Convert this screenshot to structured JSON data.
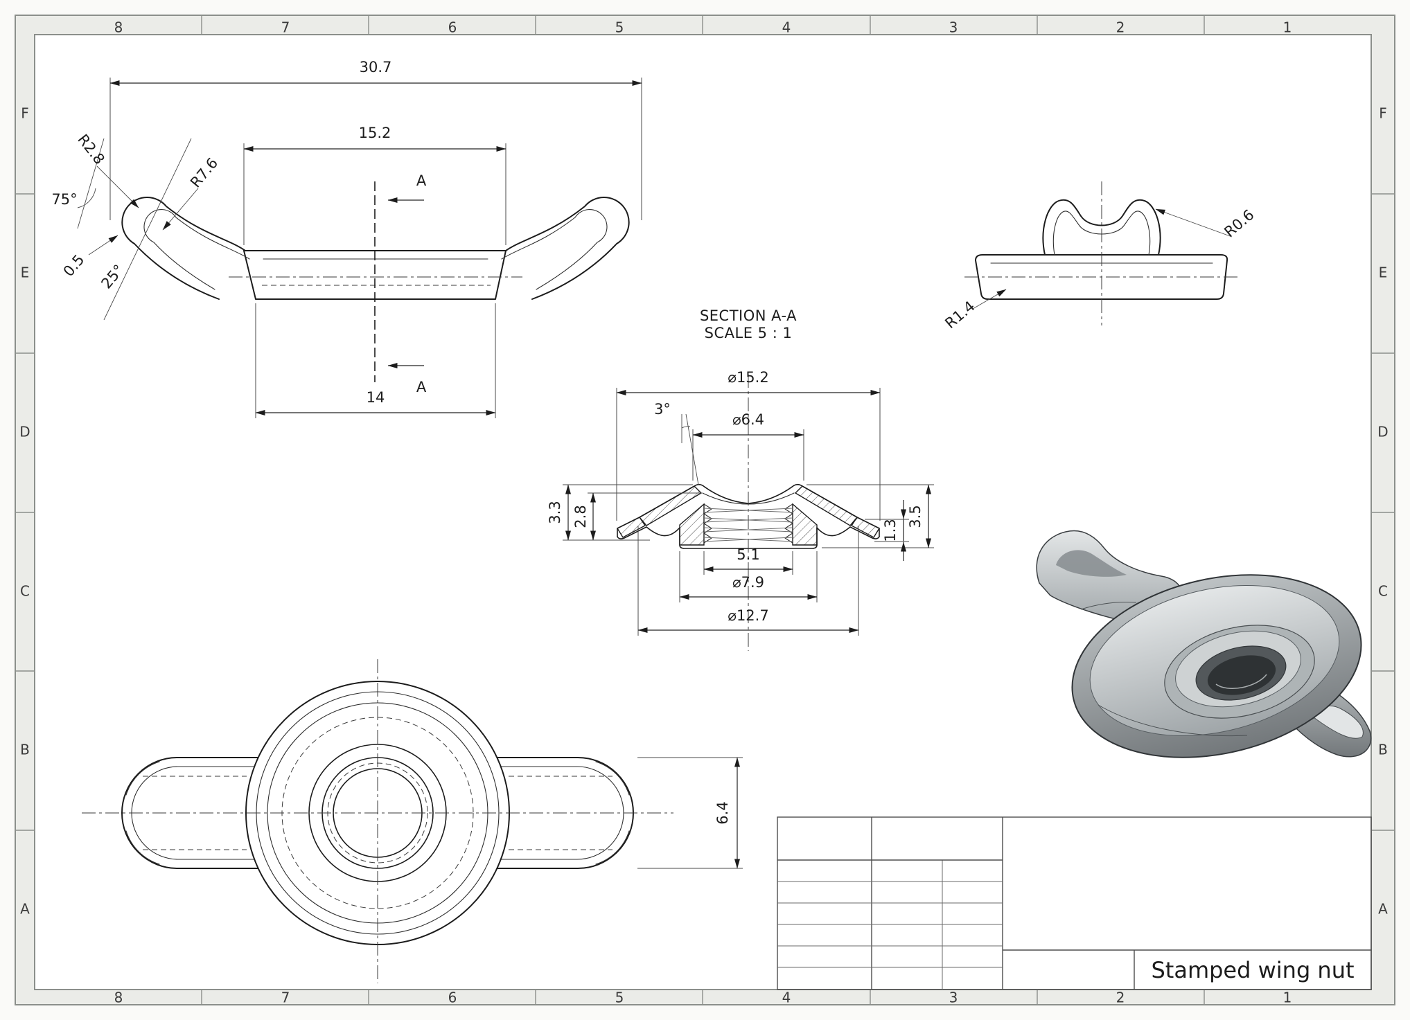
{
  "sheet": {
    "zone_cols_top": [
      "8",
      "7",
      "6",
      "5",
      "4",
      "3",
      "2",
      "1"
    ],
    "zone_cols_bottom": [
      "8",
      "7",
      "6",
      "5",
      "4",
      "3",
      "2",
      "1"
    ],
    "zone_rows_left": [
      "F",
      "E",
      "D",
      "C",
      "B",
      "A"
    ],
    "zone_rows_right": [
      "F",
      "E",
      "D",
      "C",
      "B",
      "A"
    ]
  },
  "front_view": {
    "dim_overall_width": "30.7",
    "dim_top_width": "15.2",
    "dim_base_width": "14",
    "radius_tip": "R2.8",
    "radius_wing": "R7.6",
    "angle_tip": "75°",
    "thickness": "0.5",
    "angle_under": "25°",
    "section_arrow_top": "A",
    "section_arrow_bottom": "A"
  },
  "side_view": {
    "radius_curl": "R0.6",
    "radius_flange": "R1.4"
  },
  "section_view": {
    "caption_title": "SECTION A-A",
    "caption_scale": "SCALE 5 : 1",
    "dim_flange_dia": "⌀15.2",
    "dim_crater_dia": "⌀6.4",
    "angle_draft": "3°",
    "dim_height_total": "3.3",
    "dim_height_collar": "2.8",
    "dim_height_overall": "3.5",
    "dim_flange_thk": "1.3",
    "dim_thread_minor": "5.1",
    "dim_barrel_dia": "⌀7.9",
    "dim_collar_dia": "⌀12.7"
  },
  "plan_view": {
    "dim_wing_width": "6.4"
  },
  "title_block": {
    "part_title": "Stamped wing nut"
  }
}
